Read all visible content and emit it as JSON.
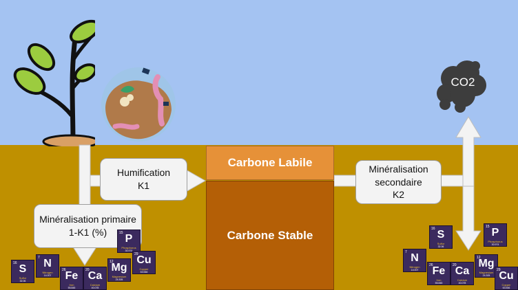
{
  "labels": {
    "humification": "Humification\nK1",
    "primary": "Minéralisation primaire\n1-K1 (%)",
    "secondary": "Minéralisation\nsecondaire\nK2",
    "labile": "Carbone Labile",
    "stable": "Carbone Stable",
    "co2": "CO2"
  },
  "elements_left": [
    {
      "sym": "P",
      "num": "15",
      "name": "Phosphorus",
      "mass": "30.974"
    },
    {
      "sym": "S",
      "num": "16",
      "name": "Sulfur",
      "mass": "32.06"
    },
    {
      "sym": "N",
      "num": "7",
      "name": "Nitrogen",
      "mass": "14.007"
    },
    {
      "sym": "Fe",
      "num": "26",
      "name": "Iron",
      "mass": "55.845"
    },
    {
      "sym": "Ca",
      "num": "20",
      "name": "Calcium",
      "mass": "40.078"
    },
    {
      "sym": "Mg",
      "num": "12",
      "name": "Magnesium",
      "mass": "24.305"
    },
    {
      "sym": "Cu",
      "num": "29",
      "name": "Copper",
      "mass": "63.546"
    }
  ],
  "elements_right": [
    {
      "sym": "S",
      "num": "16",
      "name": "Sulfur",
      "mass": "32.06"
    },
    {
      "sym": "P",
      "num": "15",
      "name": "Phosphorus",
      "mass": "30.974"
    },
    {
      "sym": "N",
      "num": "7",
      "name": "Nitrogen",
      "mass": "14.007"
    },
    {
      "sym": "Fe",
      "num": "26",
      "name": "Iron",
      "mass": "55.845"
    },
    {
      "sym": "Ca",
      "num": "20",
      "name": "Calcium",
      "mass": "40.078"
    },
    {
      "sym": "Mg",
      "num": "12",
      "name": "Magnesium",
      "mass": "24.305"
    },
    {
      "sym": "Cu",
      "num": "29",
      "name": "Copper",
      "mass": "63.546"
    }
  ],
  "colors": {
    "sky": "#a4c3f2",
    "soil": "#bf9000",
    "labile": "#e69138",
    "stable": "#b45f06",
    "element": "#3b2a5e"
  }
}
